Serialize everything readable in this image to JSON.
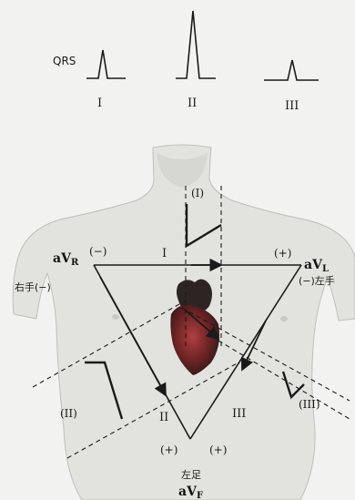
{
  "top_traces": {
    "qrs_label": "QRS",
    "lead_I": "I",
    "lead_II": "II",
    "lead_III": "III"
  },
  "triangle": {
    "avr": "aV",
    "avr_sub": "R",
    "avl": "aV",
    "avl_sub": "L",
    "avf": "aV",
    "avf_sub": "F",
    "right_hand": "右手(−)",
    "left_hand": "(−)左手",
    "left_foot": "左足",
    "neg_top_left": "(−)",
    "pos_top_right": "(+)",
    "pos_bottom_left": "(+)",
    "pos_bottom_right": "(+)",
    "edge_I": "I",
    "edge_II": "II",
    "edge_III": "III",
    "proj_I": "(I)",
    "proj_II": "(II)",
    "proj_III": "(III)"
  },
  "colors": {
    "skin": "#e2e2df",
    "skin_shadow": "#cfcfcc",
    "line": "#1a1a1a",
    "heart_dark": "#3a2a2a",
    "heart_red": "#8a2525"
  }
}
